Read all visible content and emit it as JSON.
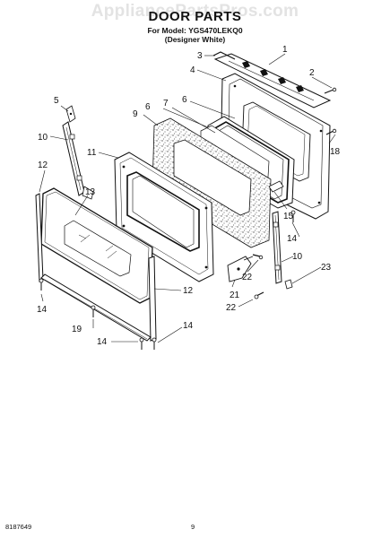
{
  "watermark": "AppliancePartsPros.com",
  "title": "DOOR PARTS",
  "model_line": "For Model: YGS470LEKQ0",
  "variant_line": "(Designer White)",
  "doc_number": "8187649",
  "page_number": "9",
  "callouts": {
    "c1": "1",
    "c2": "2",
    "c3": "3",
    "c4": "4",
    "c5": "5",
    "c6a": "6",
    "c6b": "6",
    "c7": "7",
    "c9": "9",
    "c10a": "10",
    "c10b": "10",
    "c11": "11",
    "c12a": "12",
    "c12b": "12",
    "c13": "13",
    "c14a": "14",
    "c14b": "14",
    "c14c": "14",
    "c14d": "14",
    "c15": "15",
    "c18": "18",
    "c19": "19",
    "c21": "21",
    "c22a": "22",
    "c22b": "22",
    "c23": "23"
  }
}
